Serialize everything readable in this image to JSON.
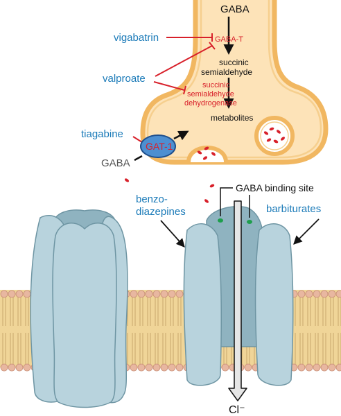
{
  "labels": {
    "gaba_top": "GABA",
    "gaba_t": "GABA-T",
    "succinic_semialdehyde": [
      "succinic",
      "semialdehyde"
    ],
    "ssa_dehydrogenase": [
      "succinic",
      "semialdehyde",
      "dehydrogenase"
    ],
    "metabolites": "metabolites",
    "gaba_left": "GABA",
    "gat1": "GAT-1",
    "binding_site": "GABA binding site",
    "chloride": "Cl⁻"
  },
  "drugs": {
    "vigabatrin": "vigabatrin",
    "valproate": "valproate",
    "tiagabine": "tiagabine",
    "benzodiazepines": [
      "benzo-",
      "diazepines"
    ],
    "barbiturates": "barbiturates"
  },
  "colors": {
    "drug_text": "#1a7ab8",
    "enzyme_text": "#d8202a",
    "inhibit_line": "#d8202a",
    "terminal_fill": "#fde3b8",
    "terminal_stroke": "#f1b761",
    "receptor_fill": "#b8d3dd",
    "receptor_back": "#8fb3c0",
    "transporter_fill": "#4d8fd1",
    "binding_dot": "#1e9e4c",
    "membrane": "#f0d598",
    "lipid_head": "#e8b7a0"
  }
}
